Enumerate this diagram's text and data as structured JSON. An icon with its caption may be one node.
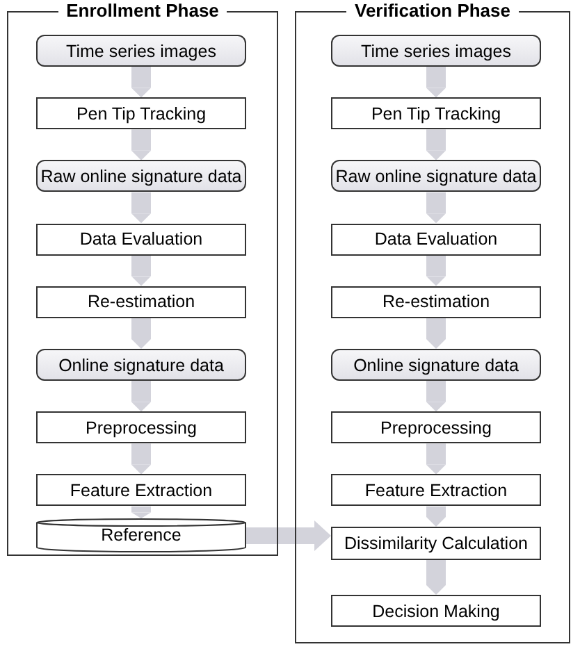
{
  "diagram": {
    "nodes": [
      {
        "text": [
          "Enrollment Phase"
        ]
      },
      {
        "text": [
          "Time series images"
        ],
        "in": 0
      },
      {
        "text": [
          "Pen Tip Tracking"
        ],
        "in": 0
      },
      {
        "text": [
          "Raw online signature data"
        ],
        "in": 0
      },
      {
        "text": [
          "Data Evaluation"
        ],
        "in": 0
      },
      {
        "text": [
          "Re-estimation"
        ],
        "in": 0
      },
      {
        "text": [
          "Online signature data"
        ],
        "in": 0
      },
      {
        "text": [
          "Preprocessing"
        ],
        "in": 0
      },
      {
        "text": [
          "Feature Extraction"
        ],
        "in": 0
      },
      {
        "text": [
          "Reference"
        ],
        "in": 0
      },
      {
        "text": [
          "Verification Phase"
        ]
      },
      {
        "text": [
          "Time series images"
        ],
        "in": 10
      },
      {
        "text": [
          "Pen Tip Tracking"
        ],
        "in": 10
      },
      {
        "text": [
          "Raw online signature data"
        ],
        "in": 10
      },
      {
        "text": [
          "Data Evaluation"
        ],
        "in": 10
      },
      {
        "text": [
          "Re-estimation"
        ],
        "in": 10
      },
      {
        "text": [
          "Online signature data"
        ],
        "in": 10
      },
      {
        "text": [
          "Preprocessing"
        ],
        "in": 10
      },
      {
        "text": [
          "Feature Extraction"
        ],
        "in": 10
      },
      {
        "text": [
          "Dissimilarity Calculation"
        ],
        "in": 10
      },
      {
        "text": [
          "Decision Making"
        ],
        "in": 10
      }
    ],
    "edges": [
      {
        "from": 1,
        "to": 2,
        "arrow": "to"
      },
      {
        "from": 2,
        "to": 3,
        "arrow": "to"
      },
      {
        "from": 3,
        "to": 4,
        "arrow": "to"
      },
      {
        "from": 4,
        "to": 5,
        "arrow": "to"
      },
      {
        "from": 5,
        "to": 6,
        "arrow": "to"
      },
      {
        "from": 6,
        "to": 7,
        "arrow": "to"
      },
      {
        "from": 7,
        "to": 8,
        "arrow": "to"
      },
      {
        "from": 8,
        "to": 9,
        "arrow": "to"
      },
      {
        "from": 11,
        "to": 12,
        "arrow": "to"
      },
      {
        "from": 12,
        "to": 13,
        "arrow": "to"
      },
      {
        "from": 13,
        "to": 14,
        "arrow": "to"
      },
      {
        "from": 14,
        "to": 15,
        "arrow": "to"
      },
      {
        "from": 15,
        "to": 16,
        "arrow": "to"
      },
      {
        "from": 16,
        "to": 17,
        "arrow": "to"
      },
      {
        "from": 17,
        "to": 18,
        "arrow": "to"
      },
      {
        "from": 18,
        "to": 19,
        "arrow": "to"
      },
      {
        "from": 19,
        "to": 20,
        "arrow": "to"
      },
      {
        "from": 9,
        "to": 19,
        "arrow": "to"
      }
    ]
  }
}
